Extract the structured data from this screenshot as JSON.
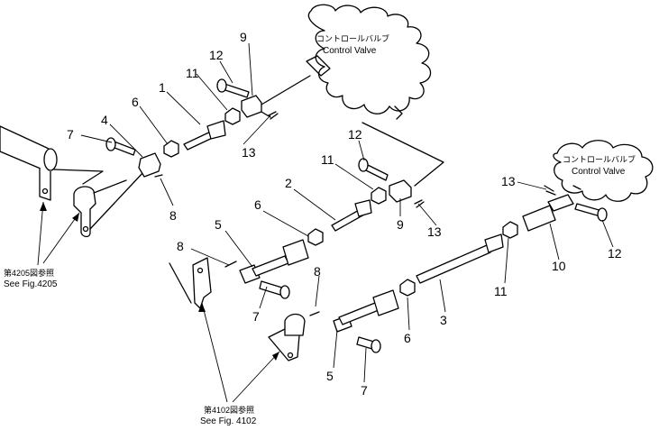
{
  "valve_label_jp": "コントロールバルブ",
  "valve_label_en": "Control Valve",
  "ref_4205_jp": "第4205図参照",
  "ref_4205_en": "See Fig.4205",
  "ref_4102_jp": "第4102図参照",
  "ref_4102_en": "See Fig. 4102",
  "callouts": {
    "c1": "1",
    "c2": "2",
    "c3": "3",
    "c4": "4",
    "c5a": "5",
    "c5b": "5",
    "c6a": "6",
    "c6b": "6",
    "c6c": "6",
    "c7a": "7",
    "c7b": "7",
    "c7c": "7",
    "c8a": "8",
    "c8b": "8",
    "c8c": "8",
    "c9a": "9",
    "c9b": "9",
    "c10": "10",
    "c11a": "11",
    "c11b": "11",
    "c11c": "11",
    "c12a": "12",
    "c12b": "12",
    "c12c": "12",
    "c13a": "13",
    "c13b": "13",
    "c13c": "13"
  }
}
